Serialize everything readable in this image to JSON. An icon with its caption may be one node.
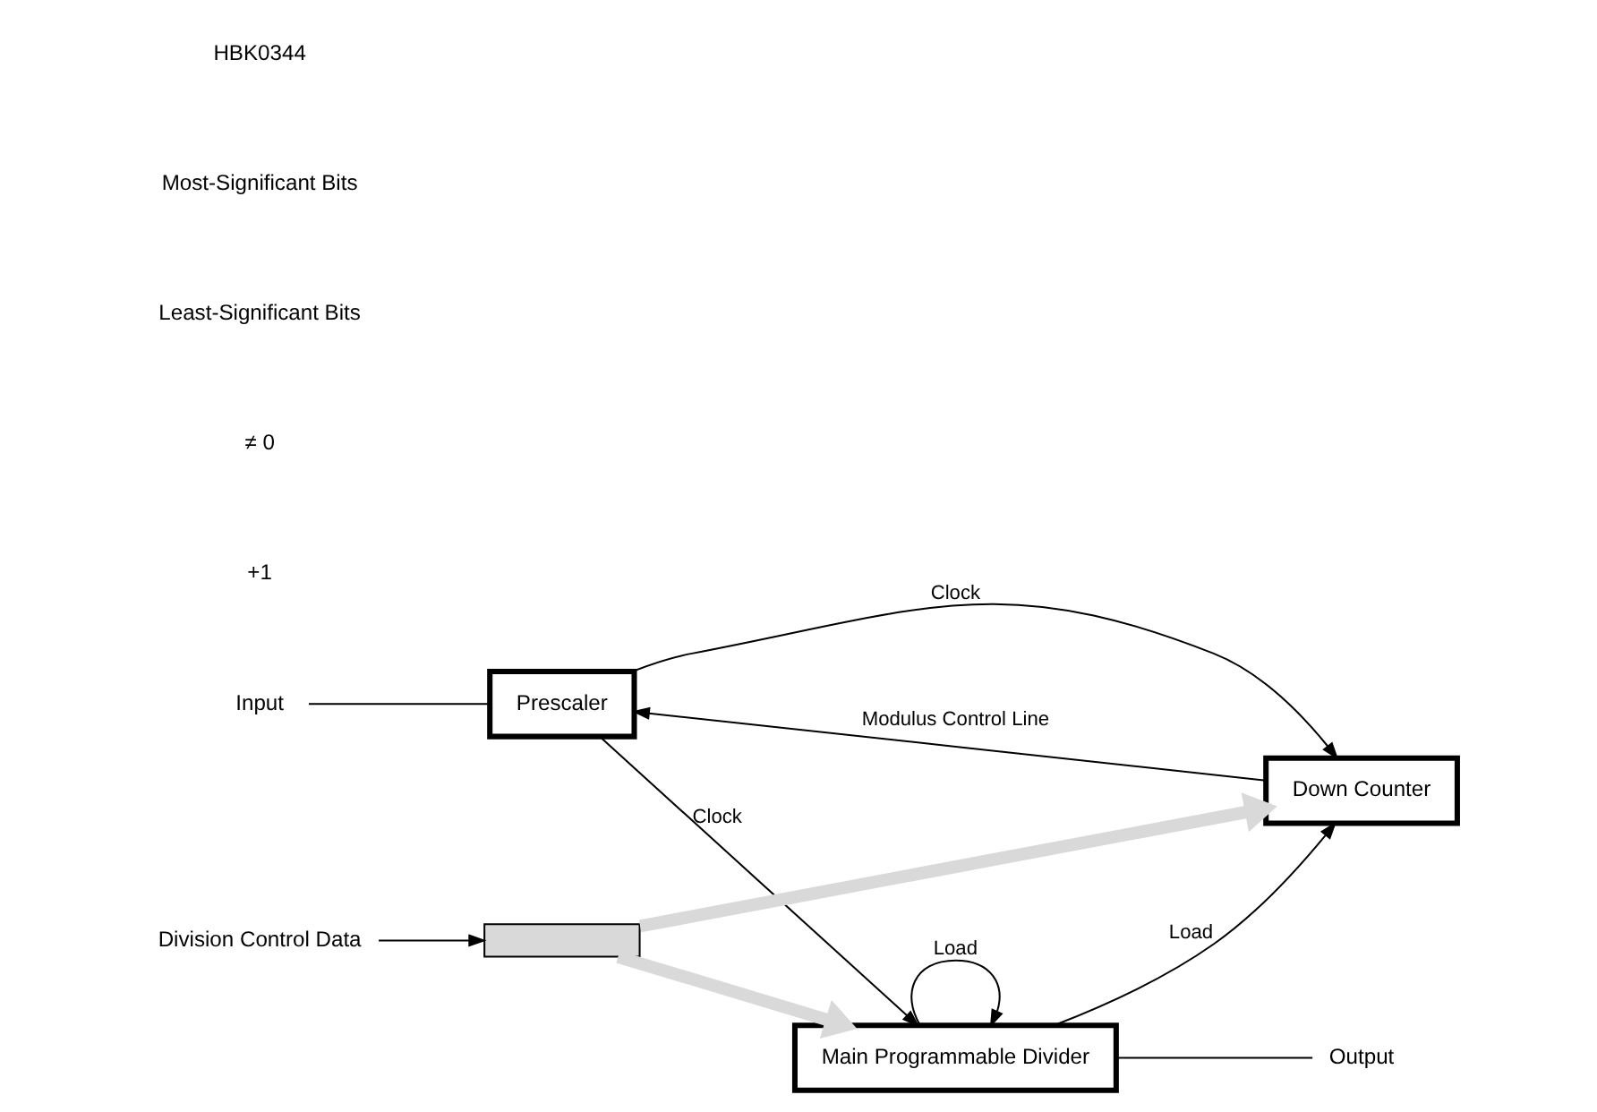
{
  "diagram": {
    "nodes": [
      {
        "text": [
          "Input"
        ]
      },
      {
        "text": [
          "Prescaler"
        ]
      },
      {
        "text": [
          "Main Programmable Divider"
        ]
      },
      {
        "text": [
          "Output"
        ]
      },
      {
        "text": [
          "Down Counter"
        ]
      },
      {
        "text": [],
        "shape": "bar"
      },
      {
        "text": [
          "Division Control Data"
        ]
      }
    ],
    "edges": [
      {
        "from": 0,
        "to": 1,
        "arrow": "none"
      },
      {
        "from": 1,
        "to": 2,
        "arrow": "to",
        "label": "Clock"
      },
      {
        "from": 1,
        "to": 4,
        "arrow": "to",
        "label": "Clock"
      },
      {
        "from": 2,
        "to": 3,
        "arrow": "none"
      },
      {
        "from": 2,
        "to": 2,
        "arrow": "to",
        "label": "Load"
      },
      {
        "from": 2,
        "to": 4,
        "arrow": "to",
        "label": "Load"
      },
      {
        "from": 4,
        "to": 1,
        "arrow": "to",
        "label": "Modulus Control Line"
      },
      {
        "from": 6,
        "to": 5,
        "arrow": "to"
      },
      {
        "from": 5,
        "to": 4,
        "arrow": "to",
        "style": "thick",
        "color": "#d9d9d9"
      },
      {
        "from": 5,
        "to": 2,
        "arrow": "to",
        "style": "thick",
        "color": "#d9d9d9"
      }
    ],
    "labels": [
      "+1",
      "≠ 0",
      "Least-Significant Bits",
      "Most-Significant Bits",
      "HBK0344"
    ]
  }
}
